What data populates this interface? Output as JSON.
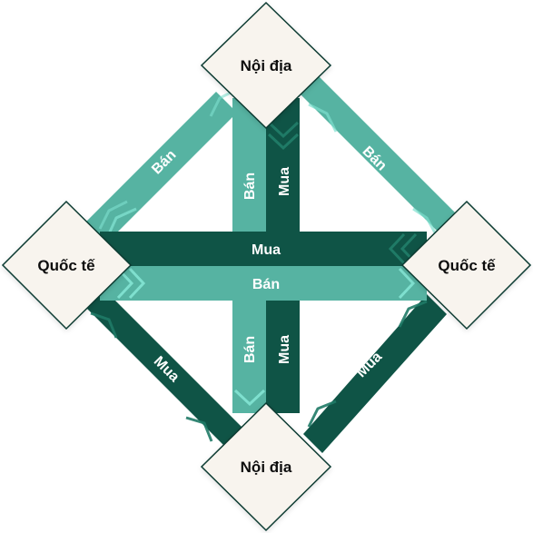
{
  "nodes": {
    "top": "Nội địa",
    "left": "Quốc tế",
    "right": "Quốc tế",
    "bottom": "Nội địa"
  },
  "flows": {
    "top_left_diag": "Bán",
    "top_right_diag": "Bán",
    "top_vertical_light": "Bán",
    "top_vertical_dark": "Mua",
    "horizontal_dark": "Mua",
    "horizontal_light": "Bán",
    "bottom_vertical_light": "Bán",
    "bottom_vertical_dark": "Mua",
    "bottom_left_diag": "Mua",
    "bottom_right_diag": "Mua"
  },
  "colors": {
    "dark_green": "#0f5446",
    "light_green": "#56b3a2",
    "chevron_light": "#7fe0cf",
    "chevron_dark": "#1f7a66",
    "node_fill": "#f8f4ee",
    "node_stroke": "#0a3a30"
  }
}
